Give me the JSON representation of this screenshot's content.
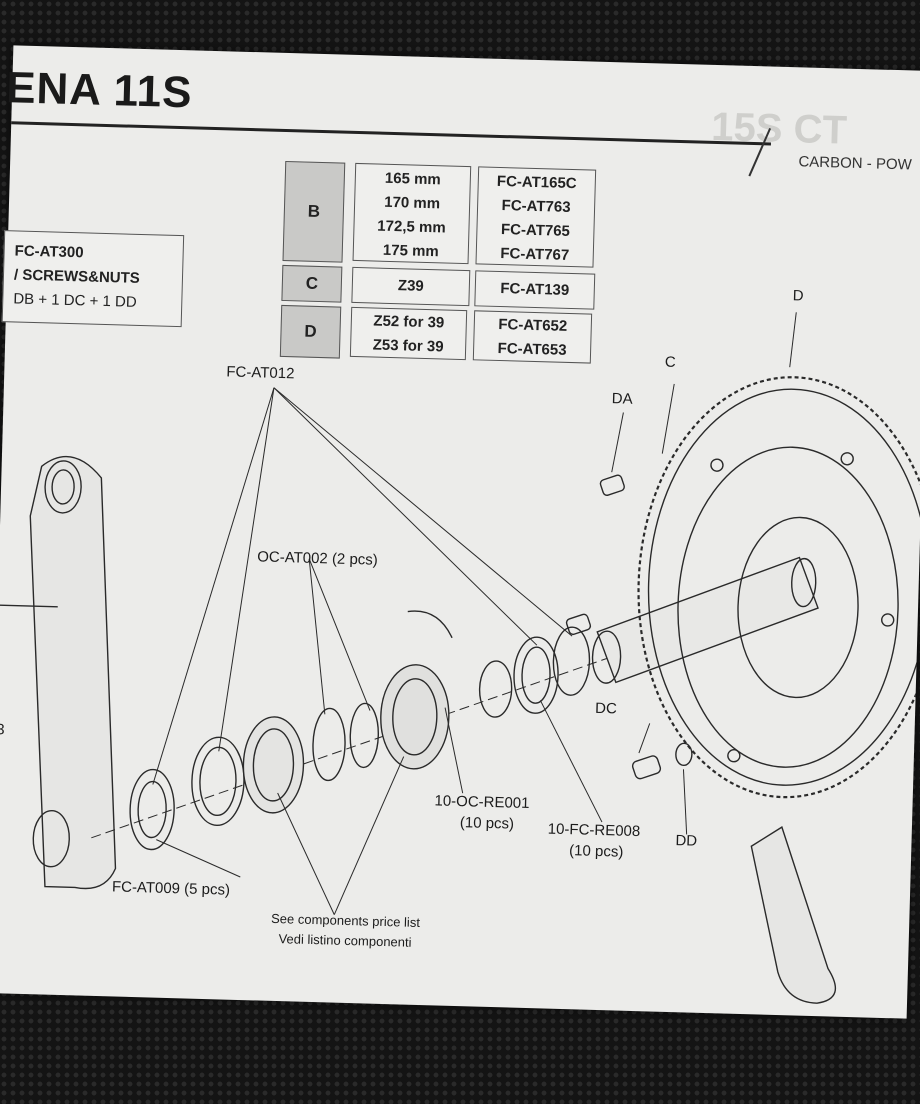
{
  "header": {
    "title": "ENA 11S",
    "subtitle": "CARBON - POW",
    "ghost_title": "15S CT"
  },
  "left_box": {
    "lines": [
      "FC-AT300",
      "/ SCREWS&NUTS",
      "DB + 1 DC + 1 DD"
    ]
  },
  "parts_table": [
    {
      "key": "B",
      "sizes": [
        "165 mm",
        "170 mm",
        "172,5 mm",
        "175 mm"
      ],
      "codes": [
        "FC-AT165C",
        "FC-AT763",
        "FC-AT765",
        "FC-AT767"
      ]
    },
    {
      "key": "C",
      "sizes": [
        "Z39"
      ],
      "codes": [
        "FC-AT139"
      ]
    },
    {
      "key": "D",
      "sizes": [
        "Z52 for 39",
        "Z53 for 39"
      ],
      "codes": [
        "FC-AT652",
        "FC-AT653"
      ]
    }
  ],
  "callouts": {
    "fc_at012": "FC-AT012",
    "oc_at002": "OC-AT002 (2 pcs)",
    "oc_re001_code": "10-OC-RE001",
    "oc_re001_qty": "(10 pcs)",
    "fc_re008_code": "10-FC-RE008",
    "fc_re008_qty": "(10 pcs)",
    "fc_at009": "FC-AT009 (5 pcs)",
    "dd": "DD",
    "dc": "DC",
    "da": "DA",
    "c": "C",
    "d": "D",
    "left_number": "3"
  },
  "footer": {
    "en": "See components price list",
    "it": "Vedi listino componenti"
  }
}
